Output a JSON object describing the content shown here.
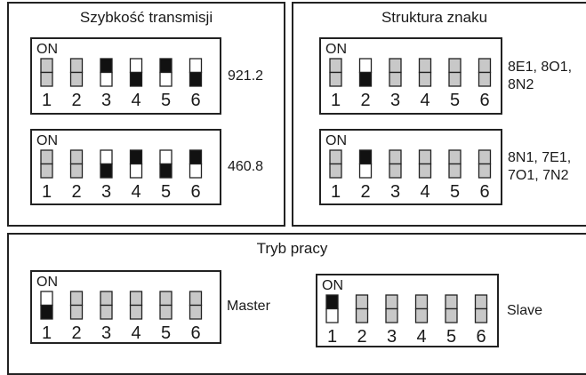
{
  "panels": {
    "speed": {
      "title": "Szybkość transmisji",
      "blocks": [
        {
          "on_label": "ON",
          "switch_numbers": [
            "1",
            "2",
            "3",
            "4",
            "5",
            "6"
          ],
          "states": [
            "none",
            "none",
            "top",
            "bottom",
            "top",
            "bottom"
          ],
          "label": "921.2"
        },
        {
          "on_label": "ON",
          "switch_numbers": [
            "1",
            "2",
            "3",
            "4",
            "5",
            "6"
          ],
          "states": [
            "none",
            "none",
            "bottom",
            "top",
            "bottom",
            "top"
          ],
          "label": "460.8"
        }
      ]
    },
    "format": {
      "title": "Struktura znaku",
      "blocks": [
        {
          "on_label": "ON",
          "switch_numbers": [
            "1",
            "2",
            "3",
            "4",
            "5",
            "6"
          ],
          "states": [
            "none",
            "bottom",
            "none",
            "none",
            "none",
            "none"
          ],
          "label_lines": [
            "8E1, 8O1,",
            "8N2"
          ]
        },
        {
          "on_label": "ON",
          "switch_numbers": [
            "1",
            "2",
            "3",
            "4",
            "5",
            "6"
          ],
          "states": [
            "none",
            "top",
            "none",
            "none",
            "none",
            "none"
          ],
          "label_lines": [
            "8N1, 7E1,",
            "7O1, 7N2"
          ]
        }
      ]
    },
    "mode": {
      "title": "Tryb pracy",
      "blocks": [
        {
          "on_label": "ON",
          "switch_numbers": [
            "1",
            "2",
            "3",
            "4",
            "5",
            "6"
          ],
          "states": [
            "bottom",
            "none",
            "none",
            "none",
            "none",
            "none"
          ],
          "label": "Master"
        },
        {
          "on_label": "ON",
          "switch_numbers": [
            "1",
            "2",
            "3",
            "4",
            "5",
            "6"
          ],
          "states": [
            "top",
            "none",
            "none",
            "none",
            "none",
            "none"
          ],
          "label": "Slave"
        }
      ]
    }
  },
  "colors": {
    "border": "#222222",
    "switch_grey": "#c8c8c8",
    "switch_black": "#111111",
    "switch_white": "#ffffff"
  }
}
